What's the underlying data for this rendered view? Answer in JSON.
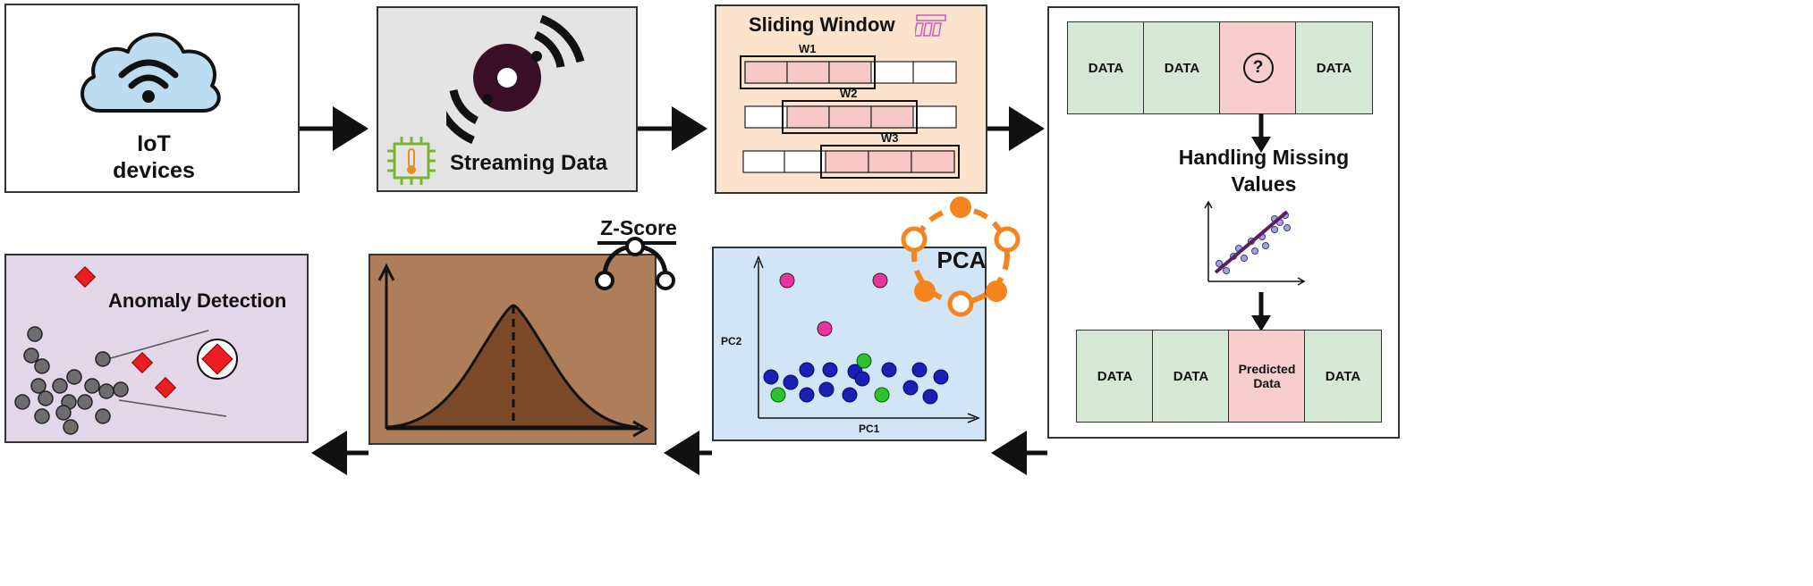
{
  "iot_panel": {
    "label": "IoT\ndevices"
  },
  "streaming_panel": {
    "label": "Streaming Data"
  },
  "sliding_panel": {
    "title": "Sliding Window",
    "windows": [
      "W1",
      "W2",
      "W3"
    ]
  },
  "missing_panel": {
    "top_cells": [
      "DATA",
      "DATA",
      "?",
      "DATA"
    ],
    "title": "Handling Missing\nValues",
    "bottom_cells": [
      "DATA",
      "DATA",
      "Predicted\nData",
      "DATA"
    ]
  },
  "pca_panel": {
    "title": "PCA",
    "xlabel": "PC1",
    "ylabel": "PC2"
  },
  "zscore_panel": {
    "title": "Z-Score"
  },
  "anomaly_panel": {
    "title": "Anomaly Detection"
  },
  "colors": {
    "streaming_bg": "#e4e4e4",
    "sliding_bg": "#fbe3cc",
    "window_cell": "#f6c9c7",
    "data_cell": "#d5e8d4",
    "missing_cell": "#f8cecc",
    "pca_bg": "#d2e5f7",
    "zscore_bg": "#ad7e59",
    "bell_fill": "#7c4a2b",
    "anomaly_bg": "#e2d6e9",
    "pca_orange": "#f5841f",
    "regression_line": "#5b1f60"
  }
}
